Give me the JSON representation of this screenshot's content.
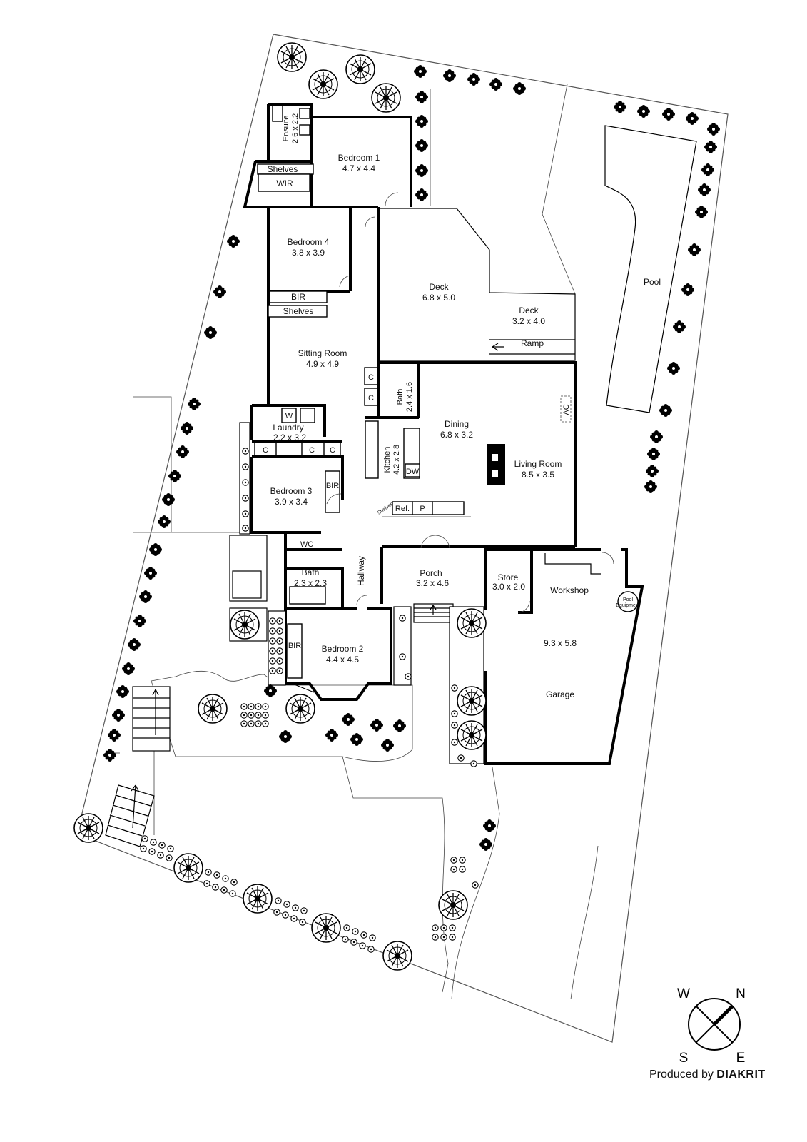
{
  "rooms": {
    "ensuite": {
      "name": "Ensuite",
      "size": "2.6 x 2.2"
    },
    "bedroom1": {
      "name": "Bedroom 1",
      "size": "4.7 x 4.4"
    },
    "shelves1": "Shelves",
    "wir": "WIR",
    "bedroom4": {
      "name": "Bedroom 4",
      "size": "3.8 x 3.9"
    },
    "bir4": "BIR",
    "shelves2": "Shelves",
    "sitting": {
      "name": "Sitting Room",
      "size": "4.9 x 4.9"
    },
    "deck1": {
      "name": "Deck",
      "size": "6.8 x 5.0"
    },
    "deck2": {
      "name": "Deck",
      "size": "3.2 x 4.0"
    },
    "ramp": "Ramp",
    "pool": "Pool",
    "bath_small": {
      "name": "Bath",
      "size": "2.4 x 1.6"
    },
    "dining": {
      "name": "Dining",
      "size": "6.8 x 3.2"
    },
    "living": {
      "name": "Living Room",
      "size": "8.5 x 3.5"
    },
    "ac": "AC",
    "laundry": {
      "name": "Laundry",
      "size": "2.2 x 3.2"
    },
    "laundry_w": "W",
    "kitchen": {
      "name": "Kitchen",
      "size": "4.2 x 2.8"
    },
    "dw": "DW",
    "ref": "Ref.",
    "pantry": "P",
    "kitchen_shelves": "Shelves",
    "cupboard": "C",
    "bedroom3": {
      "name": "Bedroom 3",
      "size": "3.9 x 3.4"
    },
    "bir3": "BIR",
    "wc": "WC",
    "bath": {
      "name": "Bath",
      "size": "2.3 x 2.3"
    },
    "hallway": "Hallway",
    "porch": {
      "name": "Porch",
      "size": "3.2 x 4.6"
    },
    "store": {
      "name": "Store",
      "size": "3.0 x 2.0"
    },
    "workshop": "Workshop",
    "pool_equipment": [
      "Pool",
      "Equipment"
    ],
    "garage": {
      "size": "9.3 x 5.8",
      "name": "Garage"
    },
    "bedroom2": {
      "name": "Bedroom 2",
      "size": "4.4 x 4.5"
    },
    "bir2": "BIR"
  },
  "compass": {
    "w": "W",
    "n": "N",
    "s": "S",
    "e": "E"
  },
  "credit": {
    "prefix": "Produced by",
    "brand": "DIAKRIT"
  }
}
